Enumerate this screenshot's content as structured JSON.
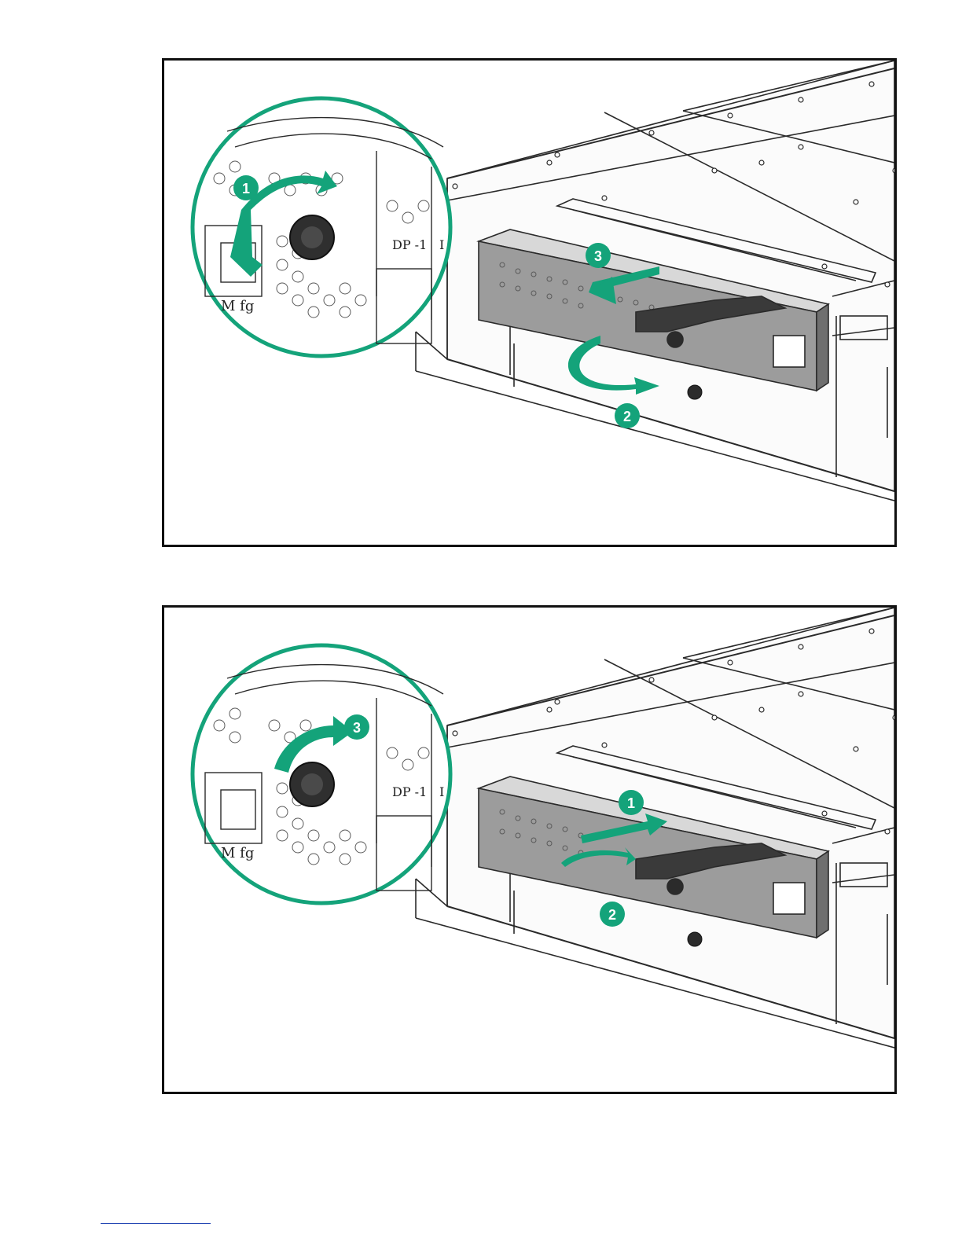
{
  "colors": {
    "accent": "#14a37a",
    "frame": "#111111",
    "line": "#2a2a2a"
  },
  "figures": [
    {
      "name": "remove",
      "callout_labels": {
        "port": "M fg",
        "dp": "DP -1",
        "dp_cut": "I"
      },
      "steps": [
        "1",
        "2",
        "3"
      ]
    },
    {
      "name": "install",
      "callout_labels": {
        "port": "M fg",
        "dp": "DP -1",
        "dp_cut": "I"
      },
      "steps": [
        "1",
        "2",
        "3"
      ]
    }
  ]
}
